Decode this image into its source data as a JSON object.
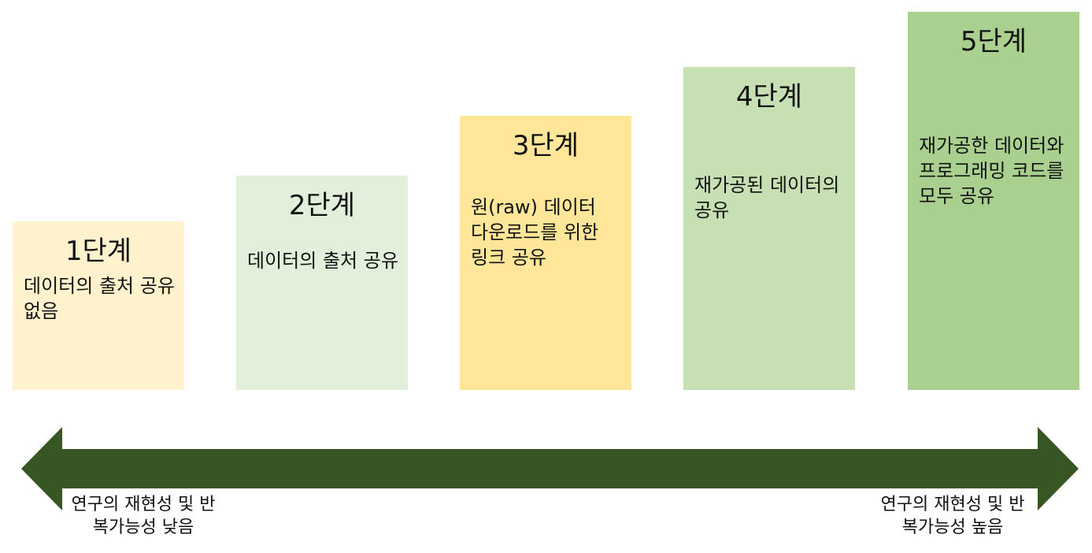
{
  "stages": [
    {
      "title": "1단계",
      "description": "데이터의 출처 공유 없음",
      "color": "#fff2cc"
    },
    {
      "title": "2단계",
      "description": "데이터의 출처 공유",
      "color": "#e2efda"
    },
    {
      "title": "3단계",
      "description": "원(raw) 데이터 다운로드를 위한 링크 공유",
      "color": "#ffe699"
    },
    {
      "title": "4단계",
      "description": "재가공된 데이터의 공유",
      "color": "#c6e0b4"
    },
    {
      "title": "5단계",
      "description": "재가공한 데이터와 프로그래밍 코드를 모두 공유",
      "color": "#a9d08e"
    }
  ],
  "arrow": {
    "color": "#375623",
    "left_label": "연구의 재현성 및 반복가능성 낮음",
    "right_label": "연구의 재현성 및 반복가능성 높음"
  }
}
